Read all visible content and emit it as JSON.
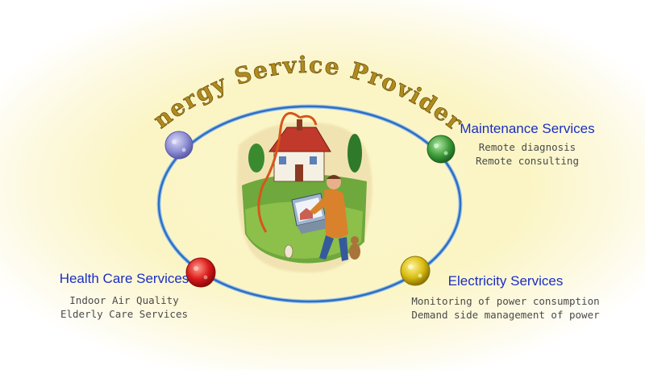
{
  "diagram": {
    "title": "Energy Service Providers",
    "center_image": "house-with-man-at-laptop-illustration",
    "services": [
      {
        "id": "maintenance",
        "title": "Maintenance Services",
        "items": [
          "Remote diagnosis",
          "Remote consulting"
        ],
        "node_color": "#3f9e3a"
      },
      {
        "id": "health",
        "title": "Health Care Services",
        "items": [
          "Indoor Air Quality",
          "Elderly Care Services"
        ],
        "node_color": "#d91a1a"
      },
      {
        "id": "electricity",
        "title": "Electricity Services",
        "items": [
          "Monitoring of power consumption",
          "Demand side management of power"
        ],
        "node_color": "#d9bd10"
      }
    ],
    "unlabeled_node_color": "#8f8fd6",
    "ring_color": "#2f6fbf"
  }
}
